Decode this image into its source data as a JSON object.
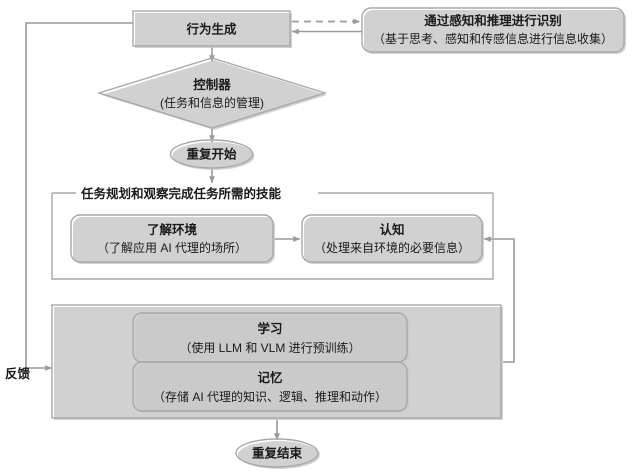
{
  "diagram": {
    "title": "AI Agent Loop Flowchart",
    "colors": {
      "background": "#ffffff",
      "border": "#a8a8a8",
      "connector": "#9a9a9a",
      "text": "#1a1a1a",
      "shadow": "#c9c9c9"
    },
    "nodes": {
      "action_generation": {
        "label": "行为生成",
        "shape": "rectangle"
      },
      "recognition": {
        "title": "通过感知和推理进行识别",
        "subtitle": "（基于思考、感知和传感信息进行信息收集）",
        "shape": "rounded-rectangle"
      },
      "controller": {
        "title": "控制器",
        "subtitle": "(任务和信息的管理)",
        "shape": "diamond"
      },
      "repeat_start": {
        "label": "重复开始",
        "shape": "ellipse"
      },
      "skills_group": {
        "label": "任务规划和观察完成任务所需的技能",
        "shape": "group-box"
      },
      "environment": {
        "title": "了解环境",
        "subtitle": "（了解应用 AI 代理的场所）",
        "shape": "rounded-rectangle"
      },
      "cognition": {
        "title": "认知",
        "subtitle": "（处理来自环境的必要信息）",
        "shape": "rounded-rectangle"
      },
      "learning": {
        "title": "学习",
        "subtitle": "（使用 LLM 和 VLM 进行预训练）",
        "shape": "rounded-rectangle"
      },
      "memory": {
        "title": "记忆",
        "subtitle": "（存储 AI 代理的知识、逻辑、推理和动作）",
        "shape": "rounded-rectangle"
      },
      "memory_group": {
        "shape": "box"
      },
      "repeat_end": {
        "label": "重复结束",
        "shape": "ellipse"
      }
    },
    "edges": {
      "feedback_label": "反馈",
      "action_to_recognition_style": "dashed",
      "recognition_to_action_style": "solid"
    }
  }
}
